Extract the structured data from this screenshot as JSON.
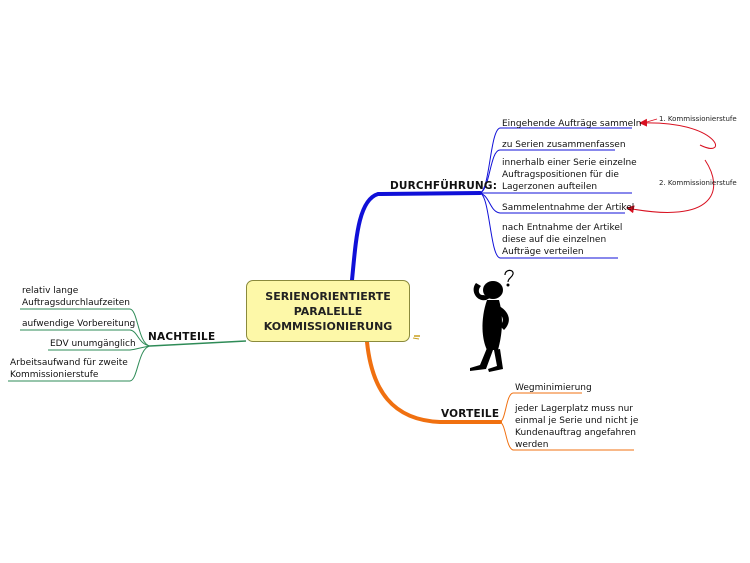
{
  "center": {
    "title": "SERIENORIENTIERTE\nPARALELLE\nKOMMISSIONIERUNG"
  },
  "branches": {
    "durchfuehrung": {
      "label": "DURCHFÜHRUNG:",
      "color": "#1010d8",
      "items": [
        "Eingehende Aufträge sammeln",
        "zu Serien zusammenfassen",
        "innerhalb einer Serie einzelne\nAuftragspositionen für die\nLagerzonen aufteilen",
        "Sammelentnahme der Artikel",
        "nach Entnahme der Artikel\ndiese auf die einzelnen\nAufträge verteilen"
      ]
    },
    "nachteile": {
      "label": "NACHTEILE",
      "color": "#2e8b57",
      "items": [
        "relativ lange\nAuftragsdurchlaufzeiten",
        "aufwendige Vorbereitung",
        "EDV unumgänglich",
        "Arbeitsaufwand für zweite\nKommissionierstufe"
      ]
    },
    "vorteile": {
      "label": "VORTEILE",
      "color": "#f07010",
      "items": [
        "Wegminimierung",
        "jeder Lagerplatz muss nur\neinmal je Serie und nicht je\nKundenauftrag angefahren\nwerden"
      ]
    }
  },
  "annotations": {
    "stufe1": "1. Kommissionierstufe",
    "stufe2": "2. Kommissionierstufe",
    "arrow_color": "#d81020"
  },
  "icons": {
    "figure": "thinking-person-icon",
    "question": "question-mark-icon"
  }
}
